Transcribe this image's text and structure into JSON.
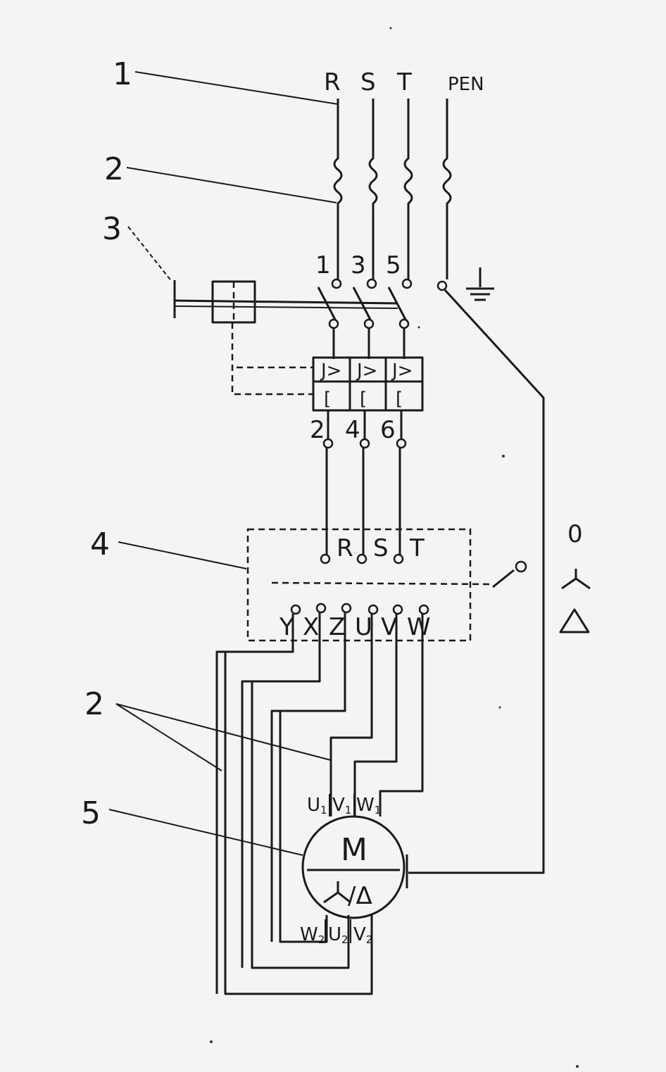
{
  "callouts": {
    "c1": "1",
    "c2": "2",
    "c3": "3",
    "c4": "4",
    "c2b": "2",
    "c5": "5"
  },
  "supply": {
    "r": "R",
    "s": "S",
    "t": "T",
    "pen": "PEN"
  },
  "breaker_top": {
    "t1": "1",
    "t3": "3",
    "t5": "5"
  },
  "breaker_bottom": {
    "t2": "2",
    "t4": "4",
    "t6": "6"
  },
  "trip_symbols": {
    "magnetic": "J>",
    "thermal": "["
  },
  "switch_in": {
    "r": "R",
    "s": "S",
    "t": "T"
  },
  "switch_out": {
    "y": "Y",
    "x": "X",
    "z": "Z",
    "u": "U",
    "v": "V",
    "w": "W"
  },
  "motor": {
    "label": "M",
    "mode": "/Δ",
    "top": {
      "u": "U",
      "v": "V",
      "w": "W",
      "sub": "1"
    },
    "bottom": {
      "w": "W",
      "u": "U",
      "v": "V",
      "sub": "2"
    }
  },
  "positions": {
    "off": "0",
    "delta": "Δ"
  }
}
